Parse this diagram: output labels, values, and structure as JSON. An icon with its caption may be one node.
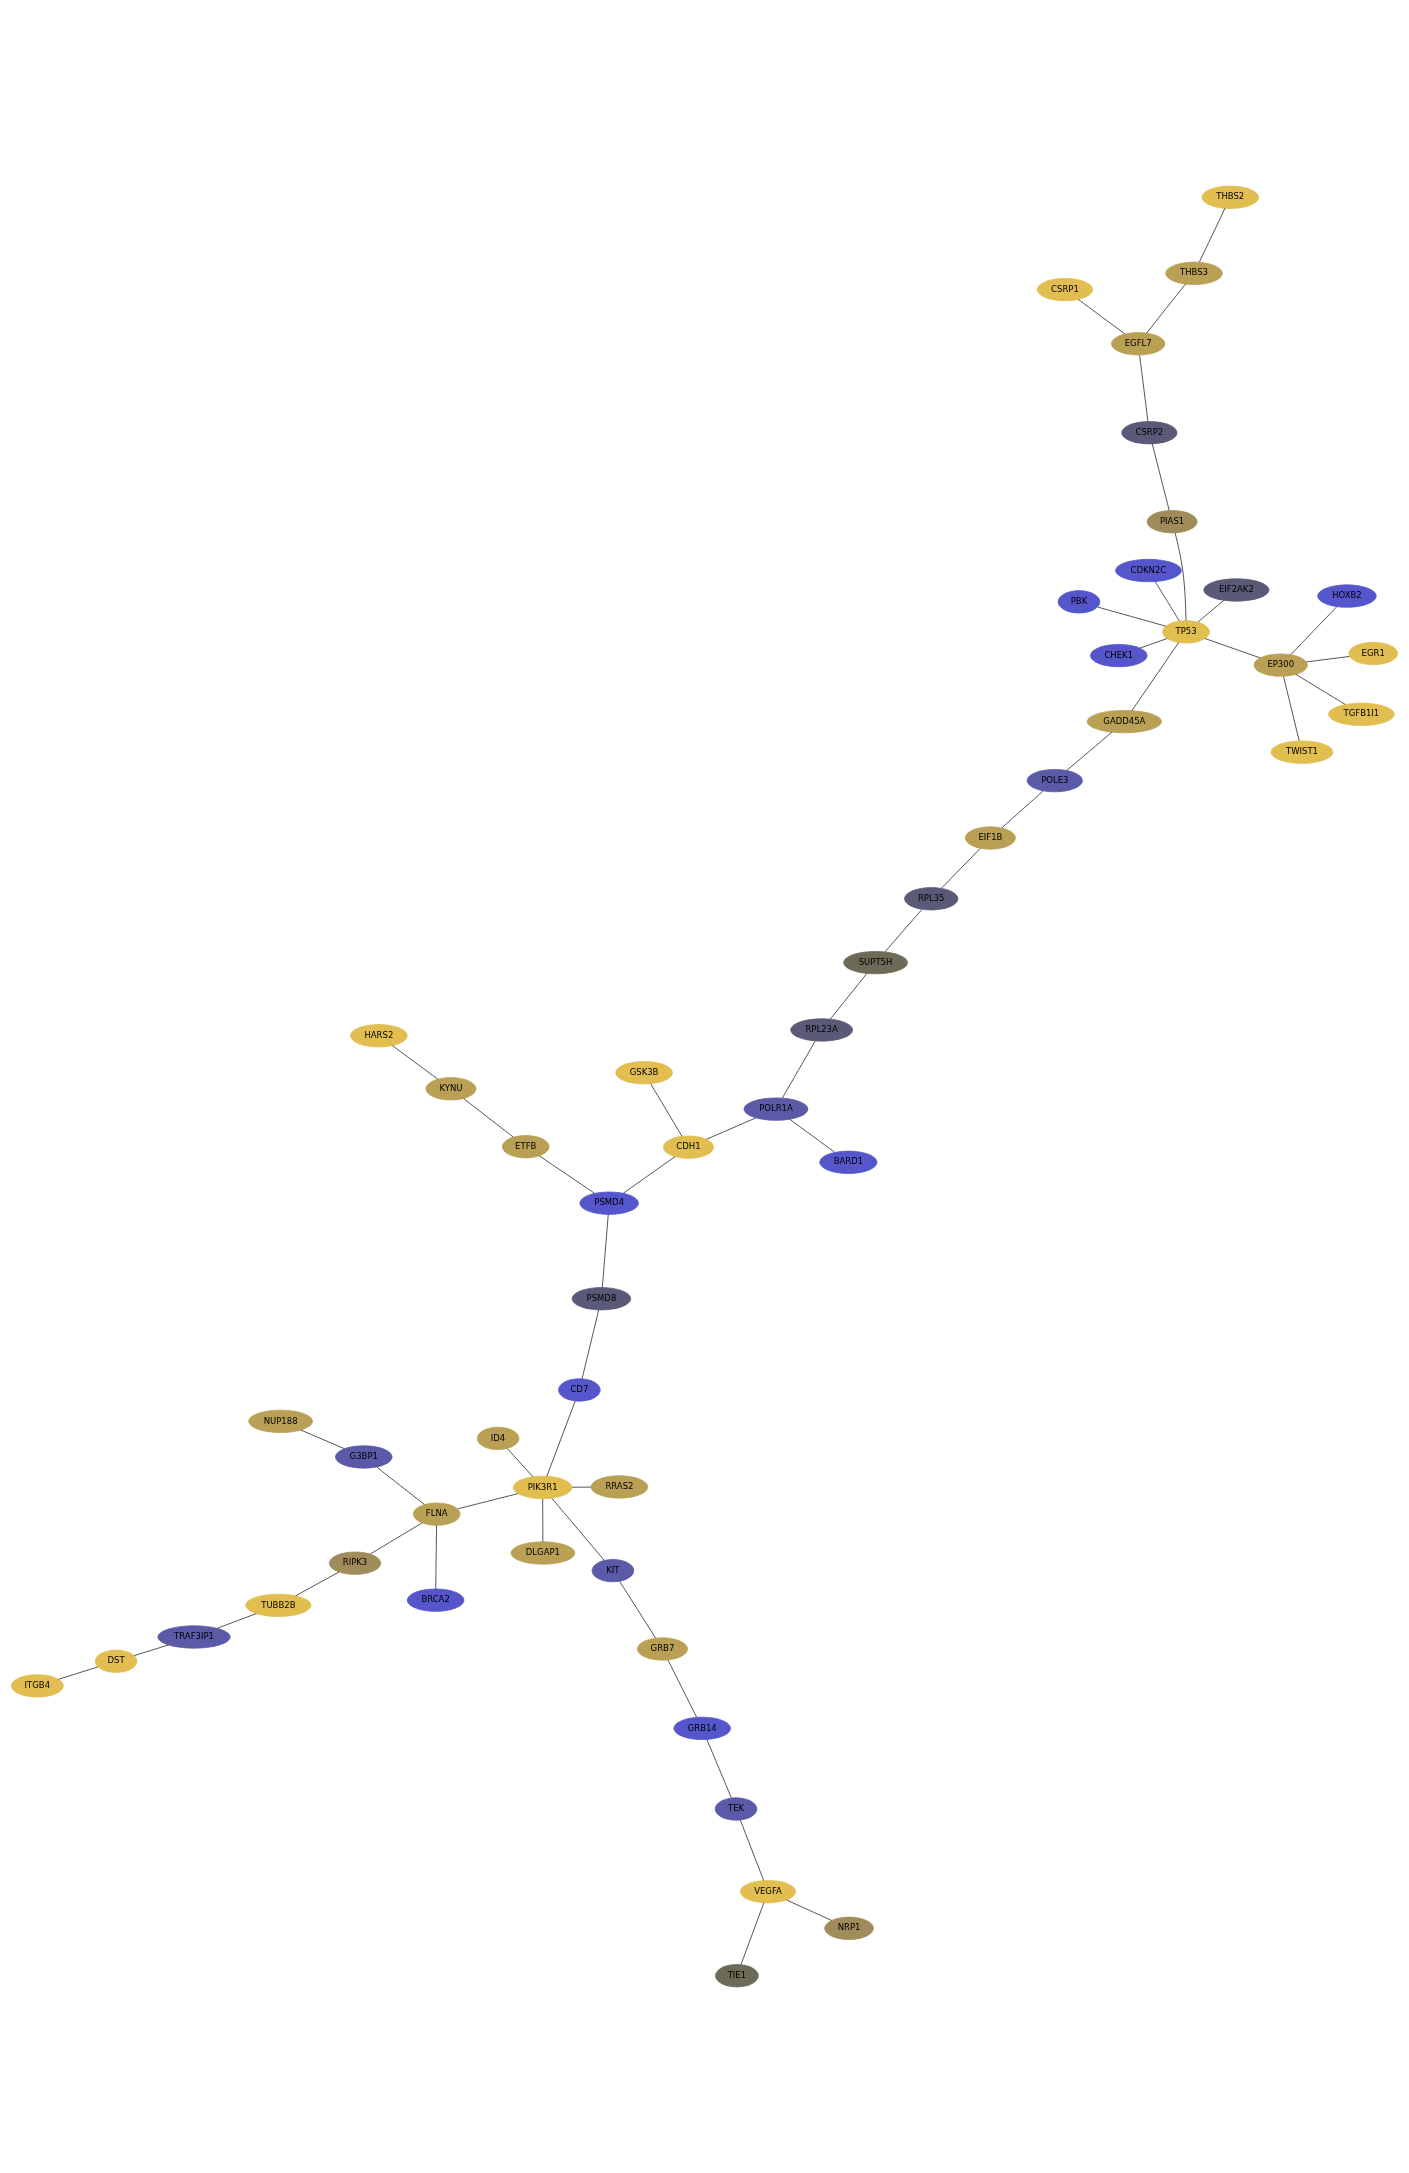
{
  "diagram": {
    "nodes": [
      {
        "text": [
          "ITGB4"
        ]
      },
      {
        "text": [
          "DST"
        ]
      },
      {
        "text": [
          "TRAF3IP1"
        ]
      },
      {
        "text": [
          "NUP188"
        ]
      },
      {
        "text": [
          "TUBB2B"
        ]
      },
      {
        "text": [
          "TIE1"
        ]
      },
      {
        "text": [
          "G3BP1"
        ]
      },
      {
        "text": [
          "RIPK3"
        ]
      },
      {
        "text": [
          "VEGFA"
        ]
      },
      {
        "text": [
          "NRP1"
        ]
      },
      {
        "text": [
          "TEK"
        ]
      },
      {
        "text": [
          "FLNA"
        ]
      },
      {
        "text": [
          "BRCA2"
        ]
      },
      {
        "text": [
          "GRB14"
        ]
      },
      {
        "text": [
          "RRAS2"
        ]
      },
      {
        "text": [
          "GRB7"
        ]
      },
      {
        "text": [
          "KIT"
        ]
      },
      {
        "text": [
          "PIK3R1"
        ]
      },
      {
        "text": [
          "ID4"
        ]
      },
      {
        "text": [
          "DLGAP1"
        ]
      },
      {
        "text": [
          "CD7"
        ]
      },
      {
        "text": [
          "PSMD8"
        ]
      },
      {
        "text": [
          "HARS2"
        ]
      },
      {
        "text": [
          "KYNU"
        ]
      },
      {
        "text": [
          "ETFB"
        ]
      },
      {
        "text": [
          "PSMD4"
        ]
      },
      {
        "text": [
          "CDH1"
        ]
      },
      {
        "text": [
          "GSK3B"
        ]
      },
      {
        "text": [
          "POLR1A"
        ]
      },
      {
        "text": [
          "BARD1"
        ]
      },
      {
        "text": [
          "RPL23A"
        ]
      },
      {
        "text": [
          "SUPT5H"
        ]
      },
      {
        "text": [
          "RPL35"
        ]
      },
      {
        "text": [
          "EIF1B"
        ]
      },
      {
        "text": [
          "POLE3"
        ]
      },
      {
        "text": [
          "GADD45A"
        ]
      },
      {
        "text": [
          "PBK"
        ]
      },
      {
        "text": [
          "CDKN2C"
        ]
      },
      {
        "text": [
          "TP53"
        ]
      },
      {
        "text": [
          "TWIST1"
        ]
      },
      {
        "text": [
          "CHEK1"
        ]
      },
      {
        "text": [
          "PIAS1"
        ]
      },
      {
        "text": [
          "EP300"
        ]
      },
      {
        "text": [
          "HOXB2"
        ]
      },
      {
        "text": [
          "EIF2AK2"
        ]
      },
      {
        "text": [
          "CSRP2"
        ]
      },
      {
        "text": [
          "EGR1"
        ]
      },
      {
        "text": [
          "TGFB1I1"
        ]
      },
      {
        "text": [
          "EGFL7"
        ]
      },
      {
        "text": [
          "THBS3"
        ]
      },
      {
        "text": [
          "THBS2"
        ]
      },
      {
        "text": [
          "CSRP1"
        ]
      }
    ],
    "edges": [
      {
        "from": 0,
        "to": 1,
        "arrow": "none"
      },
      {
        "from": 1,
        "to": 2,
        "arrow": "none"
      },
      {
        "from": 2,
        "to": 4,
        "arrow": "none"
      },
      {
        "from": 4,
        "to": 7,
        "arrow": "none"
      },
      {
        "from": 7,
        "to": 11,
        "arrow": "none"
      },
      {
        "from": 3,
        "to": 6,
        "arrow": "none"
      },
      {
        "from": 6,
        "to": 11,
        "arrow": "none"
      },
      {
        "from": 11,
        "to": 12,
        "arrow": "none"
      },
      {
        "from": 11,
        "to": 17,
        "arrow": "none"
      },
      {
        "from": 14,
        "to": 17,
        "arrow": "none"
      },
      {
        "from": 5,
        "to": 8,
        "arrow": "none"
      },
      {
        "from": 9,
        "to": 8,
        "arrow": "none"
      },
      {
        "from": 8,
        "to": 10,
        "arrow": "none"
      },
      {
        "from": 10,
        "to": 13,
        "arrow": "none"
      },
      {
        "from": 13,
        "to": 15,
        "arrow": "none"
      },
      {
        "from": 15,
        "to": 16,
        "arrow": "none"
      },
      {
        "from": 16,
        "to": 17,
        "arrow": "none"
      },
      {
        "from": 17,
        "to": 18,
        "arrow": "none"
      },
      {
        "from": 17,
        "to": 19,
        "arrow": "none"
      },
      {
        "from": 17,
        "to": 20,
        "arrow": "none"
      },
      {
        "from": 20,
        "to": 21,
        "arrow": "none"
      },
      {
        "from": 21,
        "to": 25,
        "arrow": "none"
      },
      {
        "from": 25,
        "to": 24,
        "arrow": "none"
      },
      {
        "from": 24,
        "to": 23,
        "arrow": "none"
      },
      {
        "from": 23,
        "to": 22,
        "arrow": "none"
      },
      {
        "from": 25,
        "to": 26,
        "arrow": "none"
      },
      {
        "from": 26,
        "to": 27,
        "arrow": "none"
      },
      {
        "from": 26,
        "to": 28,
        "arrow": "none"
      },
      {
        "from": 28,
        "to": 29,
        "arrow": "none"
      },
      {
        "from": 28,
        "to": 30,
        "arrow": "none"
      },
      {
        "from": 30,
        "to": 31,
        "arrow": "none"
      },
      {
        "from": 31,
        "to": 32,
        "arrow": "none"
      },
      {
        "from": 32,
        "to": 33,
        "arrow": "none"
      },
      {
        "from": 33,
        "to": 34,
        "arrow": "none"
      },
      {
        "from": 34,
        "to": 35,
        "arrow": "none"
      },
      {
        "from": 35,
        "to": 38,
        "arrow": "none"
      },
      {
        "from": 36,
        "to": 38,
        "arrow": "none"
      },
      {
        "from": 37,
        "to": 38,
        "arrow": "none"
      },
      {
        "from": 38,
        "to": 40,
        "arrow": "none"
      },
      {
        "from": 38,
        "to": 41,
        "arrow": "none"
      },
      {
        "from": 38,
        "to": 42,
        "arrow": "none"
      },
      {
        "from": 38,
        "to": 44,
        "arrow": "none"
      },
      {
        "from": 39,
        "to": 42,
        "arrow": "none"
      },
      {
        "from": 43,
        "to": 42,
        "arrow": "none"
      },
      {
        "from": 42,
        "to": 46,
        "arrow": "none"
      },
      {
        "from": 42,
        "to": 47,
        "arrow": "none"
      },
      {
        "from": 41,
        "to": 45,
        "arrow": "none"
      },
      {
        "from": 45,
        "to": 48,
        "arrow": "none"
      },
      {
        "from": 48,
        "to": 49,
        "arrow": "none"
      },
      {
        "from": 49,
        "to": 50,
        "arrow": "none"
      },
      {
        "from": 48,
        "to": 51,
        "arrow": "none"
      }
    ]
  }
}
